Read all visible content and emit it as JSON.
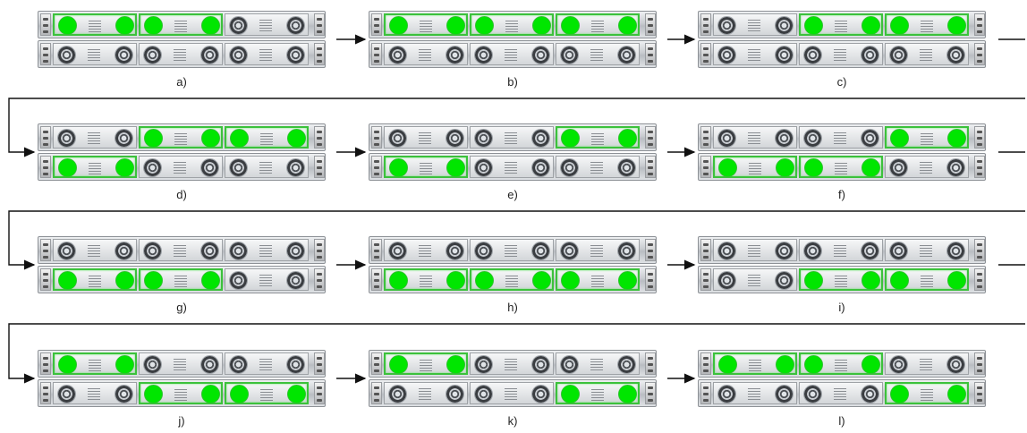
{
  "colors": {
    "active_fan": "#00e600",
    "active_border": "#3cc13c",
    "arrow": "#111111"
  },
  "panels": [
    {
      "label": "a)",
      "top_active": [
        1,
        1,
        0
      ],
      "bottom_active": [
        0,
        0,
        0
      ]
    },
    {
      "label": "b)",
      "top_active": [
        1,
        1,
        1
      ],
      "bottom_active": [
        0,
        0,
        0
      ]
    },
    {
      "label": "c)",
      "top_active": [
        0,
        1,
        1
      ],
      "bottom_active": [
        0,
        0,
        0
      ]
    },
    {
      "label": "d)",
      "top_active": [
        0,
        1,
        1
      ],
      "bottom_active": [
        1,
        0,
        0
      ]
    },
    {
      "label": "e)",
      "top_active": [
        0,
        0,
        1
      ],
      "bottom_active": [
        1,
        0,
        0
      ]
    },
    {
      "label": "f)",
      "top_active": [
        0,
        0,
        1
      ],
      "bottom_active": [
        1,
        1,
        0
      ]
    },
    {
      "label": "g)",
      "top_active": [
        0,
        0,
        0
      ],
      "bottom_active": [
        1,
        1,
        0
      ]
    },
    {
      "label": "h)",
      "top_active": [
        0,
        0,
        0
      ],
      "bottom_active": [
        1,
        1,
        1
      ]
    },
    {
      "label": "i)",
      "top_active": [
        0,
        0,
        0
      ],
      "bottom_active": [
        0,
        1,
        1
      ]
    },
    {
      "label": "j)",
      "top_active": [
        1,
        0,
        0
      ],
      "bottom_active": [
        0,
        1,
        1
      ]
    },
    {
      "label": "k)",
      "top_active": [
        1,
        0,
        0
      ],
      "bottom_active": [
        0,
        0,
        1
      ]
    },
    {
      "label": "l)",
      "top_active": [
        1,
        1,
        0
      ],
      "bottom_active": [
        0,
        0,
        1
      ]
    }
  ]
}
